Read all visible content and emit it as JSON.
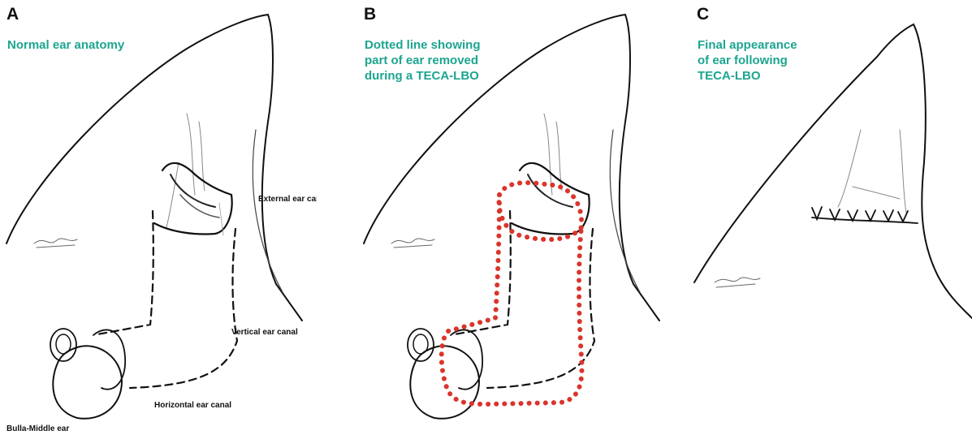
{
  "panels": [
    {
      "letter": "A",
      "caption": [
        "Normal ear anatomy"
      ]
    },
    {
      "letter": "B",
      "caption": [
        "Dotted line showing",
        "part of ear removed",
        "during a TECA-LBO"
      ]
    },
    {
      "letter": "C",
      "caption": [
        "Final appearance",
        "of ear following",
        "TECA-LBO"
      ]
    }
  ],
  "labels": {
    "external": "External ear canal",
    "vertical": "Vertical ear canal",
    "horizontal": "Horizontal ear canal",
    "bulla": "Bulla-Middle ear"
  },
  "colors": {
    "caption": "#1ca590",
    "dotted_outline": "#d9352b",
    "ink": "#111111"
  }
}
